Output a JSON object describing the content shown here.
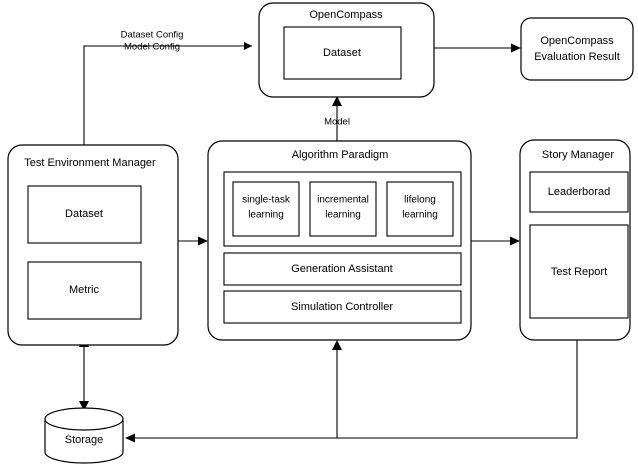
{
  "diagram": {
    "title": "OpenCompass evaluation architecture flow diagram",
    "colors": {
      "stroke": "#000000",
      "fill": "#ffffff",
      "text": "#000000"
    },
    "nodes": {
      "opencompass": {
        "label": "OpenCompass",
        "child": {
          "label": "Dataset"
        }
      },
      "opencompass_result": {
        "line1": "OpenCompass",
        "line2": "Evaluation Result"
      },
      "test_environment_manager": {
        "label": "Test Environment Manager",
        "children": [
          {
            "label": "Dataset"
          },
          {
            "label": "Metric"
          }
        ]
      },
      "algorithm_paradigm": {
        "label": "Algorithm Paradigm",
        "learning_boxes": [
          {
            "line1": "single-task",
            "line2": "learning"
          },
          {
            "line1": "incremental",
            "line2": "learning"
          },
          {
            "line1": "lifelong",
            "line2": "learning"
          }
        ],
        "rows": [
          {
            "label": "Generation Assistant"
          },
          {
            "label": "Simulation Controller"
          }
        ]
      },
      "story_manager": {
        "label": "Story Manager",
        "children": [
          {
            "label": "Leaderborad"
          },
          {
            "label": "Test Report"
          }
        ]
      },
      "storage": {
        "label": "Storage"
      }
    },
    "edges": {
      "config": {
        "line1": "Dataset Config",
        "line2": "Model Config"
      },
      "model": {
        "label": "Model"
      }
    }
  }
}
